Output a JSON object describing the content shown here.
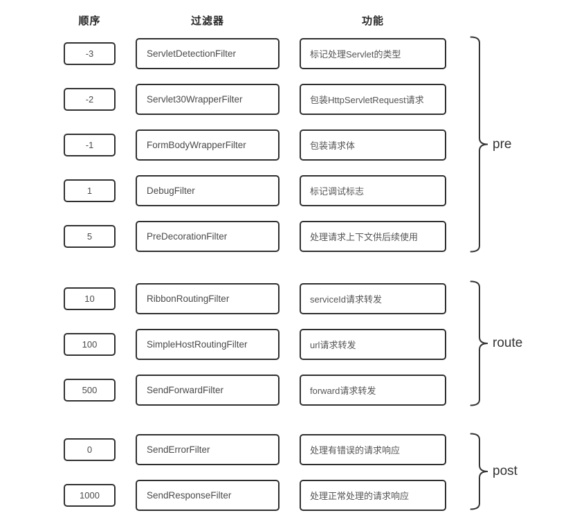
{
  "headers": {
    "order": "顺序",
    "filter": "过滤器",
    "function": "功能"
  },
  "groups": [
    {
      "label": "pre",
      "rows": [
        {
          "order": "-3",
          "filter": "ServletDetectionFilter",
          "function": "标记处理Servlet的类型"
        },
        {
          "order": "-2",
          "filter": "Servlet30WrapperFilter",
          "function": "包装HttpServletRequest请求"
        },
        {
          "order": "-1",
          "filter": "FormBodyWrapperFilter",
          "function": "包装请求体"
        },
        {
          "order": "1",
          "filter": "DebugFilter",
          "function": "标记调试标志"
        },
        {
          "order": "5",
          "filter": "PreDecorationFilter",
          "function": "处理请求上下文供后续使用"
        }
      ]
    },
    {
      "label": "route",
      "rows": [
        {
          "order": "10",
          "filter": "RibbonRoutingFilter",
          "function": "serviceId请求转发"
        },
        {
          "order": "100",
          "filter": "SimpleHostRoutingFilter",
          "function": "url请求转发"
        },
        {
          "order": "500",
          "filter": "SendForwardFilter",
          "function": "forward请求转发"
        }
      ]
    },
    {
      "label": "post",
      "rows": [
        {
          "order": "0",
          "filter": "SendErrorFilter",
          "function": "处理有错误的请求响应"
        },
        {
          "order": "1000",
          "filter": "SendResponseFilter",
          "function": "处理正常处理的请求响应"
        }
      ]
    }
  ],
  "colors": {
    "background": "#ffffff",
    "box_border": "#2f2f2f",
    "box_text": "#4a4a4a",
    "header_text": "#262626",
    "brace": "#333333"
  }
}
